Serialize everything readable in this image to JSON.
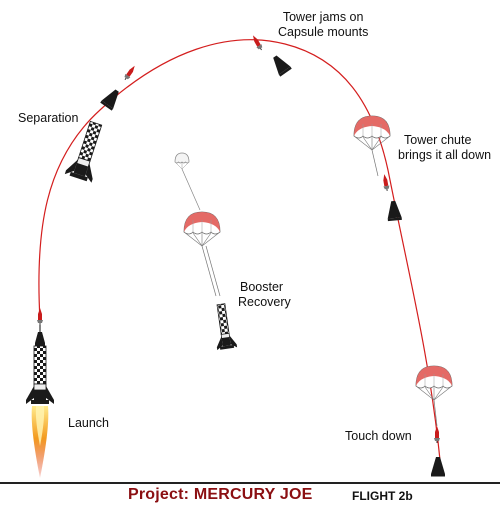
{
  "labels": {
    "tower_jams": [
      "Tower jams on",
      "Capsule mounts"
    ],
    "separation": "Separation",
    "tower_chute": [
      "Tower chute",
      "brings it all down"
    ],
    "booster_recovery": [
      "Booster",
      "Recovery"
    ],
    "launch": "Launch",
    "touch_down": "Touch down"
  },
  "footer": {
    "project": "Project: MERCURY JOE",
    "flight": "FLIGHT 2b"
  },
  "colors": {
    "trajectory": "#d41e1e",
    "canopy": "#e46a66",
    "footer_title": "#8b0f12",
    "rocket_dark": "#1a1a1a",
    "flame": "#f08a1c"
  },
  "icons": [
    "rocket-icon",
    "capsule-icon",
    "parachute-icon",
    "booster-icon",
    "flame-icon"
  ]
}
